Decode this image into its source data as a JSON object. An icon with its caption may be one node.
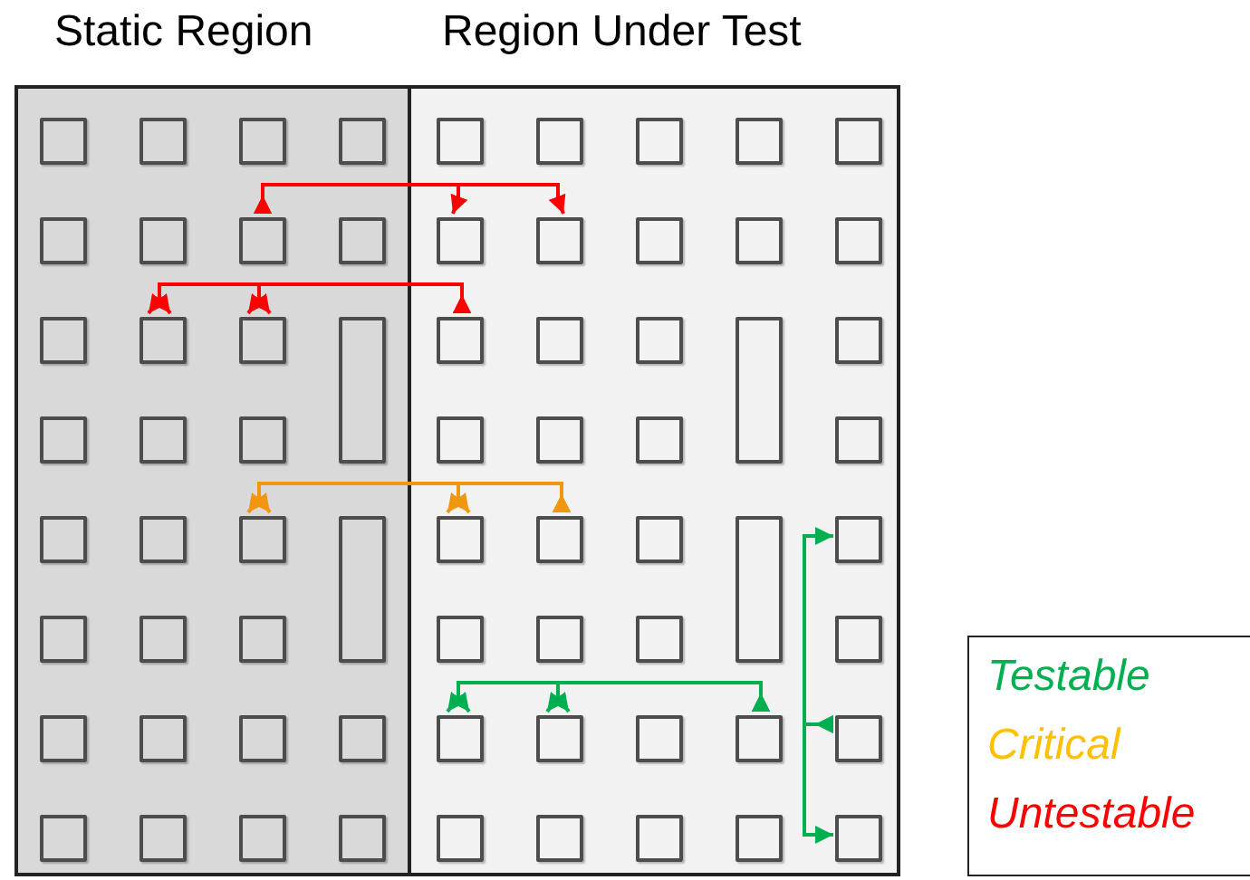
{
  "diagram": {
    "nodes": [
      {
        "text": [
          "Static Region"
        ]
      },
      {
        "text": [],
        "shape": "box",
        "in": 0
      },
      {
        "text": [],
        "shape": "box",
        "in": 0
      },
      {
        "text": [],
        "shape": "box",
        "in": 0
      },
      {
        "text": [],
        "shape": "box",
        "in": 0
      },
      {
        "text": [],
        "shape": "box",
        "in": 0
      },
      {
        "text": [],
        "shape": "box",
        "in": 0
      },
      {
        "text": [],
        "shape": "box",
        "in": 0
      },
      {
        "text": [],
        "shape": "box",
        "in": 0
      },
      {
        "text": [],
        "shape": "box",
        "in": 0
      },
      {
        "text": [],
        "shape": "box",
        "in": 0
      },
      {
        "text": [],
        "shape": "box",
        "in": 0
      },
      {
        "text": [],
        "shape": "bar",
        "in": 0
      },
      {
        "text": [],
        "shape": "box",
        "in": 0
      },
      {
        "text": [],
        "shape": "box",
        "in": 0
      },
      {
        "text": [],
        "shape": "box",
        "in": 0
      },
      {
        "text": [],
        "shape": "box",
        "in": 0
      },
      {
        "text": [],
        "shape": "box",
        "in": 0
      },
      {
        "text": [],
        "shape": "box",
        "in": 0
      },
      {
        "text": [],
        "shape": "bar",
        "in": 0
      },
      {
        "text": [],
        "shape": "box",
        "in": 0
      },
      {
        "text": [],
        "shape": "box",
        "in": 0
      },
      {
        "text": [],
        "shape": "box",
        "in": 0
      },
      {
        "text": [],
        "shape": "box",
        "in": 0
      },
      {
        "text": [],
        "shape": "box",
        "in": 0
      },
      {
        "text": [],
        "shape": "box",
        "in": 0
      },
      {
        "text": [],
        "shape": "box",
        "in": 0
      },
      {
        "text": [],
        "shape": "box",
        "in": 0
      },
      {
        "text": [],
        "shape": "box",
        "in": 0
      },
      {
        "text": [],
        "shape": "box",
        "in": 0
      },
      {
        "text": [],
        "shape": "box",
        "in": 0
      },
      {
        "text": [
          "Region Under Test"
        ]
      },
      {
        "text": [],
        "shape": "box",
        "in": 31
      },
      {
        "text": [],
        "shape": "box",
        "in": 31
      },
      {
        "text": [],
        "shape": "box",
        "in": 31
      },
      {
        "text": [],
        "shape": "box",
        "in": 31
      },
      {
        "text": [],
        "shape": "box",
        "in": 31
      },
      {
        "text": [],
        "shape": "box",
        "in": 31
      },
      {
        "text": [],
        "shape": "box",
        "in": 31
      },
      {
        "text": [],
        "shape": "box",
        "in": 31
      },
      {
        "text": [],
        "shape": "box",
        "in": 31
      },
      {
        "text": [],
        "shape": "box",
        "in": 31
      },
      {
        "text": [],
        "shape": "box",
        "in": 31
      },
      {
        "text": [],
        "shape": "box",
        "in": 31
      },
      {
        "text": [],
        "shape": "box",
        "in": 31
      },
      {
        "text": [],
        "shape": "bar",
        "in": 31
      },
      {
        "text": [],
        "shape": "box",
        "in": 31
      },
      {
        "text": [],
        "shape": "box",
        "in": 31
      },
      {
        "text": [],
        "shape": "box",
        "in": 31
      },
      {
        "text": [],
        "shape": "box",
        "in": 31
      },
      {
        "text": [],
        "shape": "box",
        "in": 31
      },
      {
        "text": [],
        "shape": "box",
        "in": 31
      },
      {
        "text": [],
        "shape": "box",
        "in": 31
      },
      {
        "text": [],
        "shape": "box",
        "in": 31
      },
      {
        "text": [],
        "shape": "bar",
        "in": 31
      },
      {
        "text": [],
        "shape": "box",
        "in": 31
      },
      {
        "text": [],
        "shape": "box",
        "in": 31
      },
      {
        "text": [],
        "shape": "box",
        "in": 31
      },
      {
        "text": [],
        "shape": "box",
        "in": 31
      },
      {
        "text": [],
        "shape": "box",
        "in": 31
      },
      {
        "text": [],
        "shape": "box",
        "in": 31
      },
      {
        "text": [],
        "shape": "box",
        "in": 31
      },
      {
        "text": [],
        "shape": "box",
        "in": 31
      },
      {
        "text": [],
        "shape": "box",
        "in": 31
      },
      {
        "text": [],
        "shape": "box",
        "in": 31
      },
      {
        "text": [],
        "shape": "box",
        "in": 31
      },
      {
        "text": [],
        "shape": "box",
        "in": 31
      },
      {
        "text": [],
        "shape": "box",
        "in": 31
      },
      {
        "text": [],
        "shape": "box",
        "in": 31
      },
      {
        "text": [],
        "shape": "box",
        "in": 31
      }
    ],
    "edges": [
      {
        "from": 7,
        "to": 37,
        "arrow": "to",
        "color": "#ff0000"
      },
      {
        "from": 7,
        "to": 38,
        "arrow": "to",
        "color": "#ff0000"
      },
      {
        "from": 42,
        "to": 10,
        "arrow": "to",
        "color": "#ff0000"
      },
      {
        "from": 42,
        "to": 10,
        "arrow": "to",
        "color": "#ff0000"
      },
      {
        "from": 42,
        "to": 11,
        "arrow": "to",
        "color": "#ff0000"
      },
      {
        "from": 42,
        "to": 11,
        "arrow": "to",
        "color": "#ff0000"
      },
      {
        "from": 52,
        "to": 18,
        "arrow": "to",
        "color": "#f0960f"
      },
      {
        "from": 52,
        "to": 18,
        "arrow": "to",
        "color": "#f0960f"
      },
      {
        "from": 52,
        "to": 51,
        "arrow": "to",
        "color": "#f0960f"
      },
      {
        "from": 52,
        "to": 51,
        "arrow": "to",
        "color": "#f0960f"
      },
      {
        "from": 63,
        "to": 60,
        "arrow": "to",
        "color": "#00b050"
      },
      {
        "from": 63,
        "to": 60,
        "arrow": "to",
        "color": "#00b050"
      },
      {
        "from": 63,
        "to": 61,
        "arrow": "to",
        "color": "#00b050"
      },
      {
        "from": 63,
        "to": 61,
        "arrow": "to",
        "color": "#00b050"
      },
      {
        "from": 64,
        "to": 55,
        "arrow": "to",
        "color": "#00b050"
      },
      {
        "from": 64,
        "to": 69,
        "arrow": "to",
        "color": "#00b050"
      }
    ],
    "legend": [
      {
        "text": "Testable",
        "color": "#00b050"
      },
      {
        "text": "Critical",
        "color": "#ffc000"
      },
      {
        "text": "Untestable",
        "color": "#ff0000"
      }
    ]
  }
}
